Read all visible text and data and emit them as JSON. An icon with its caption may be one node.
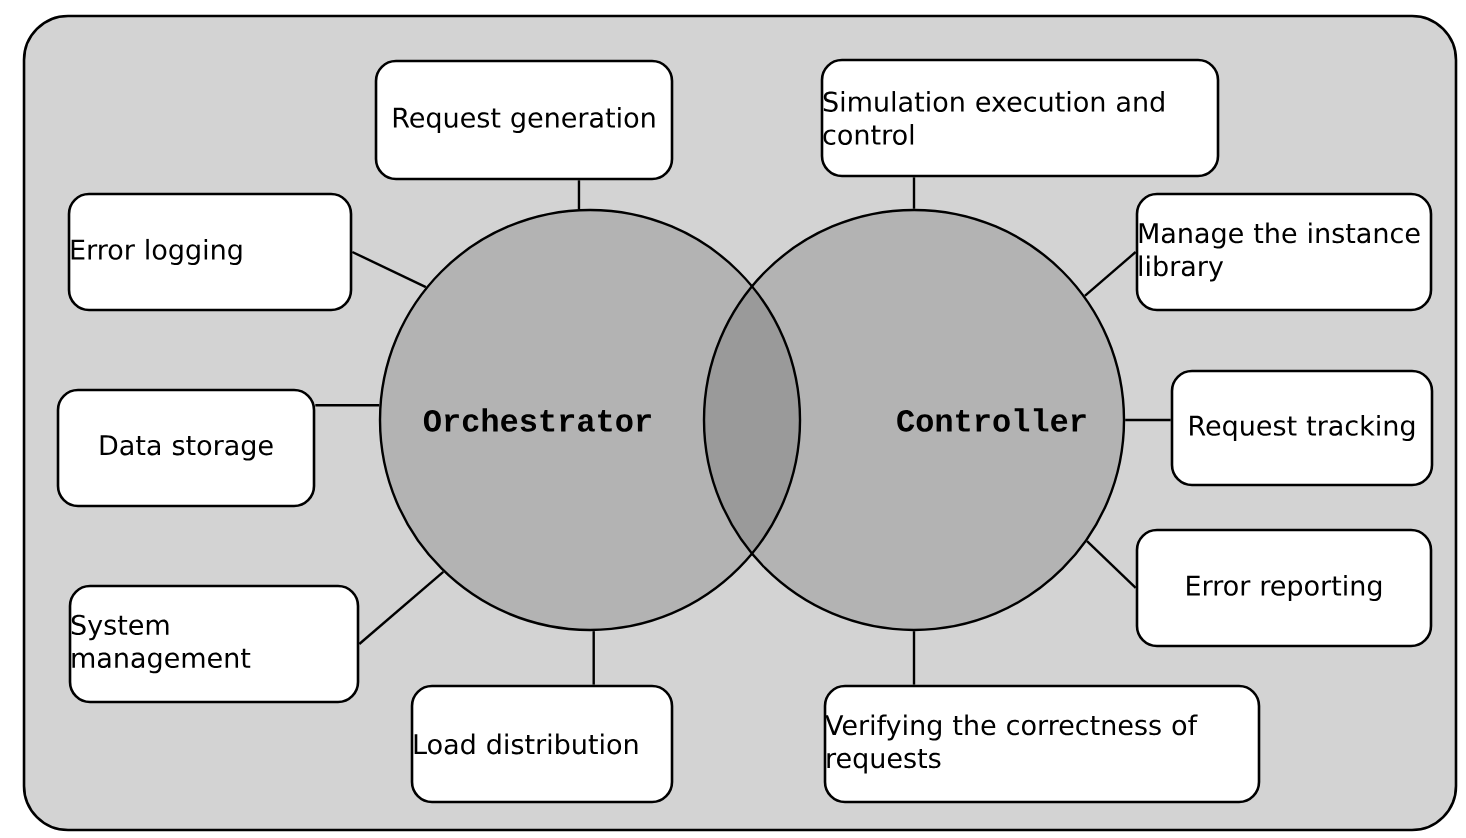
{
  "diagram": {
    "nodes": [
      {
        "text": [
          "Orchestrator"
        ]
      },
      {
        "text": [
          "Controller"
        ]
      },
      {
        "text": [
          "Request generation"
        ]
      },
      {
        "text": [
          "Error logging"
        ]
      },
      {
        "text": [
          "Data storage"
        ]
      },
      {
        "text": [
          "System management"
        ]
      },
      {
        "text": [
          "Load distribution"
        ]
      },
      {
        "text": [
          "Simulation execution and control"
        ]
      },
      {
        "text": [
          "Manage the instance library"
        ]
      },
      {
        "text": [
          "Request tracking"
        ]
      },
      {
        "text": [
          "Error reporting"
        ]
      },
      {
        "text": [
          "Verifying the correctness of requests"
        ]
      }
    ],
    "edges": [
      {
        "from": 0,
        "to": 2,
        "arrow": "none"
      },
      {
        "from": 0,
        "to": 3,
        "arrow": "none"
      },
      {
        "from": 0,
        "to": 4,
        "arrow": "none"
      },
      {
        "from": 0,
        "to": 5,
        "arrow": "none"
      },
      {
        "from": 0,
        "to": 6,
        "arrow": "none"
      },
      {
        "from": 1,
        "to": 7,
        "arrow": "none"
      },
      {
        "from": 1,
        "to": 8,
        "arrow": "none"
      },
      {
        "from": 1,
        "to": 9,
        "arrow": "none"
      },
      {
        "from": 1,
        "to": 10,
        "arrow": "none"
      },
      {
        "from": 1,
        "to": 11,
        "arrow": "none"
      }
    ]
  }
}
